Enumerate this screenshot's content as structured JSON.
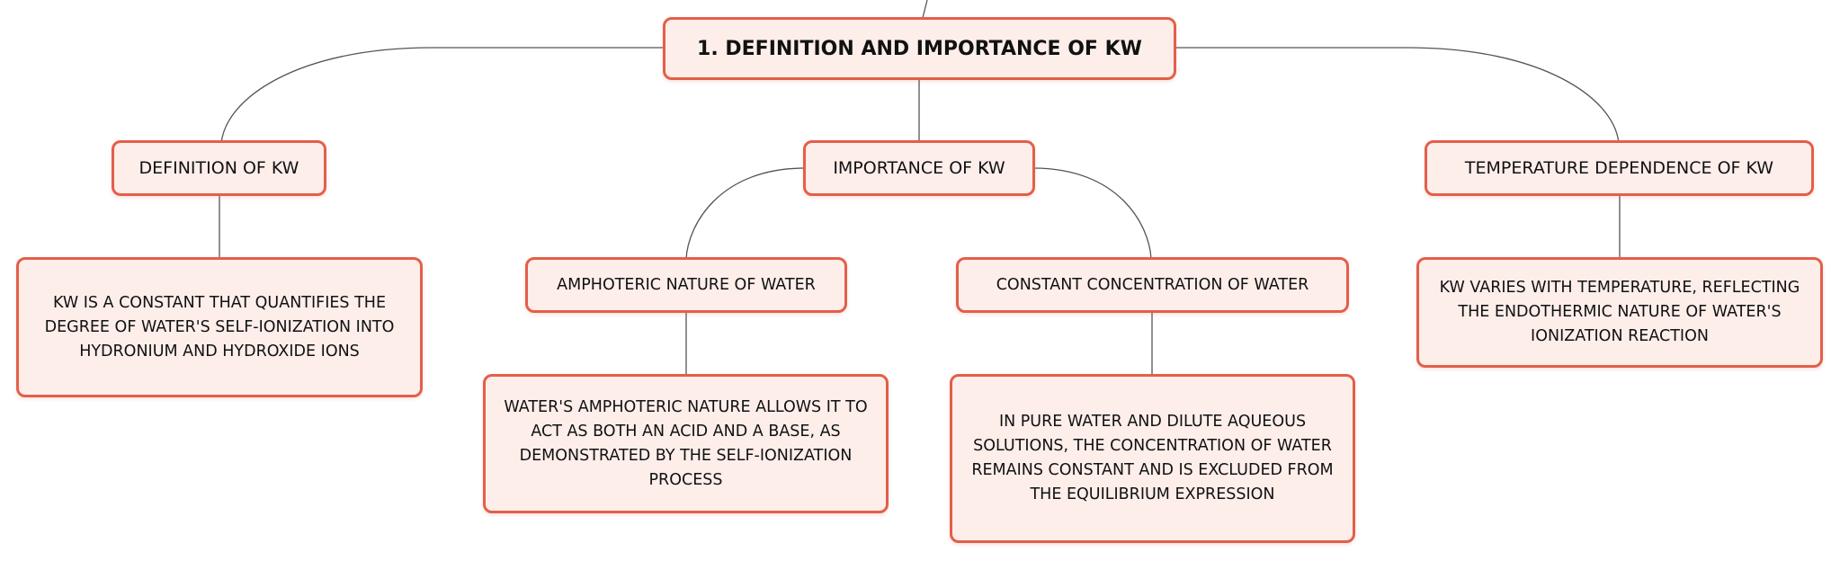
{
  "root": {
    "title": "1. DEFINITION AND IMPORTANCE OF KW"
  },
  "definition": {
    "title": "DEFINITION OF KW",
    "detail": "KW IS A CONSTANT THAT QUANTIFIES THE DEGREE OF WATER'S SELF-IONIZATION INTO HYDRONIUM AND HYDROXIDE IONS"
  },
  "importance": {
    "title": "IMPORTANCE OF KW",
    "amphoteric": {
      "title": "AMPHOTERIC NATURE OF WATER",
      "detail": "WATER'S AMPHOTERIC NATURE ALLOWS IT TO ACT AS BOTH AN ACID AND A BASE, AS DEMONSTRATED BY THE SELF-IONIZATION PROCESS"
    },
    "constant": {
      "title": "CONSTANT CONCENTRATION OF WATER",
      "detail": "IN PURE WATER AND DILUTE AQUEOUS SOLUTIONS, THE CONCENTRATION OF WATER REMAINS CONSTANT AND IS EXCLUDED FROM THE EQUILIBRIUM EXPRESSION"
    }
  },
  "temperature": {
    "title": "TEMPERATURE DEPENDENCE OF KW",
    "detail": "KW VARIES WITH TEMPERATURE, REFLECTING THE ENDOTHERMIC NATURE OF WATER'S IONIZATION REACTION"
  },
  "colors": {
    "border": "#e35f49",
    "fill": "#fdeeea",
    "connector": "#555555"
  }
}
